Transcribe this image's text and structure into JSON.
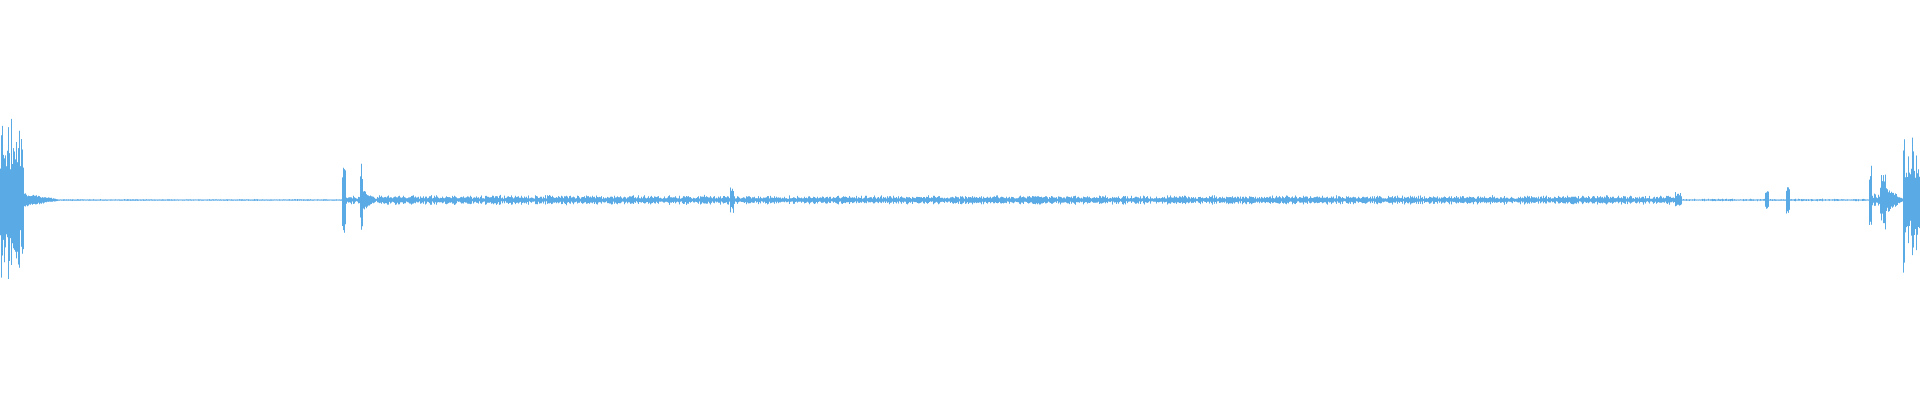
{
  "waveform": {
    "color": "#5aaae6",
    "background": "#ffffff",
    "baseline_amplitude": 0.006,
    "duration_fraction_end": 1.0,
    "segments": [
      {
        "start": 0.0,
        "end": 0.012,
        "peak": 0.55,
        "kind": "burst"
      },
      {
        "start": 0.012,
        "end": 0.03,
        "peak": 0.04,
        "kind": "decay"
      },
      {
        "start": 0.03,
        "end": 0.178,
        "peak": 0.006,
        "kind": "quiet"
      },
      {
        "start": 0.178,
        "end": 0.18,
        "peak": 0.24,
        "kind": "spike"
      },
      {
        "start": 0.18,
        "end": 0.187,
        "peak": 0.03,
        "kind": "quiet"
      },
      {
        "start": 0.187,
        "end": 0.189,
        "peak": 0.26,
        "kind": "spike"
      },
      {
        "start": 0.189,
        "end": 0.196,
        "peak": 0.06,
        "kind": "decay"
      },
      {
        "start": 0.196,
        "end": 0.38,
        "peak": 0.03,
        "kind": "noise"
      },
      {
        "start": 0.38,
        "end": 0.382,
        "peak": 0.12,
        "kind": "spike"
      },
      {
        "start": 0.382,
        "end": 0.872,
        "peak": 0.028,
        "kind": "noise"
      },
      {
        "start": 0.872,
        "end": 0.876,
        "peak": 0.05,
        "kind": "spike"
      },
      {
        "start": 0.876,
        "end": 0.919,
        "peak": 0.008,
        "kind": "quiet"
      },
      {
        "start": 0.919,
        "end": 0.921,
        "peak": 0.08,
        "kind": "spike"
      },
      {
        "start": 0.921,
        "end": 0.93,
        "peak": 0.006,
        "kind": "quiet"
      },
      {
        "start": 0.93,
        "end": 0.932,
        "peak": 0.09,
        "kind": "spike"
      },
      {
        "start": 0.932,
        "end": 0.973,
        "peak": 0.008,
        "kind": "quiet"
      },
      {
        "start": 0.973,
        "end": 0.975,
        "peak": 0.25,
        "kind": "spike"
      },
      {
        "start": 0.975,
        "end": 0.979,
        "peak": 0.05,
        "kind": "quiet"
      },
      {
        "start": 0.979,
        "end": 0.982,
        "peak": 0.2,
        "kind": "spike"
      },
      {
        "start": 0.982,
        "end": 0.991,
        "peak": 0.08,
        "kind": "decay"
      },
      {
        "start": 0.991,
        "end": 1.0,
        "peak": 0.45,
        "kind": "burst"
      }
    ]
  }
}
